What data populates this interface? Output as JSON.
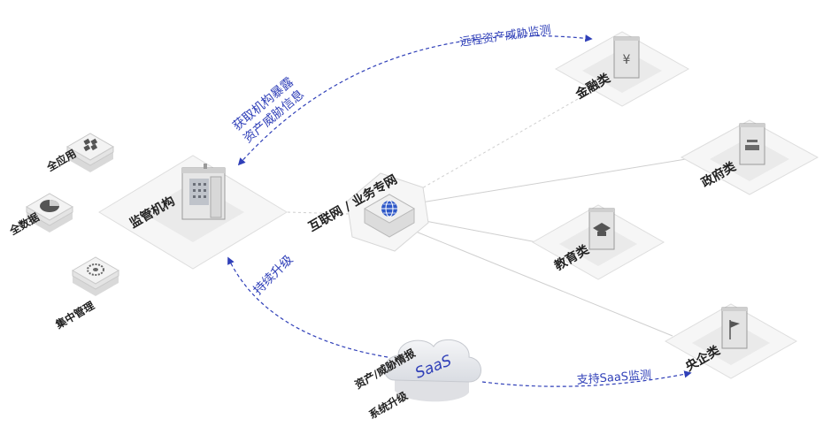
{
  "center": {
    "label": "互联网 / 业务专网"
  },
  "regulator": {
    "label": "监管机构"
  },
  "left_modules": [
    "全应用",
    "全数据",
    "集中管理"
  ],
  "targets": [
    {
      "key": "finance",
      "label": "金融类"
    },
    {
      "key": "government",
      "label": "政府类"
    },
    {
      "key": "education",
      "label": "教育类"
    },
    {
      "key": "soe",
      "label": "央企类"
    }
  ],
  "saas": {
    "cloud_label": "SaaS",
    "caption_line1": "资产/威胁情报",
    "caption_line2": "系统升级"
  },
  "flows": {
    "remote_monitor": "远程资产威胁监测",
    "acquire_line1": "获取机构暴露",
    "acquire_line2": "资产威胁信息",
    "continuous_upgrade": "持续升级",
    "saas_monitor": "支持SaaS监测"
  },
  "colors": {
    "accent": "#2f3fb8",
    "globe": "#2d57c8",
    "line": "#cfcfcf"
  }
}
